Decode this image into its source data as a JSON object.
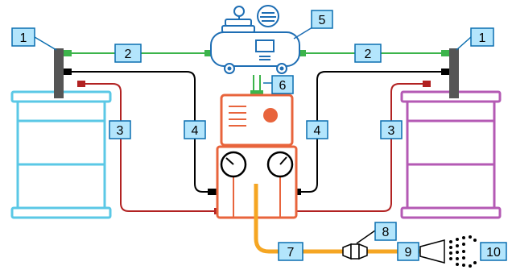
{
  "labels": {
    "gun_mount": "1",
    "air_line": "2",
    "fluid_line_red": "3",
    "fluid_line_black": "4",
    "compressor": "5",
    "regulator_link": "6",
    "output_hose": "7",
    "connector": "8",
    "spray_gun": "9",
    "spray": "10"
  },
  "colors": {
    "air": "#3cb44b",
    "fluid_red": "#b22222",
    "fluid_black": "#000000",
    "hose": "#f5a623",
    "left_drum": "#5bc8e6",
    "right_drum": "#b45ab4",
    "pump": "#e8643c",
    "compressor": "#1e6eb4",
    "label_fill": "#b3e5fc",
    "label_stroke": "#0b6fb0"
  }
}
